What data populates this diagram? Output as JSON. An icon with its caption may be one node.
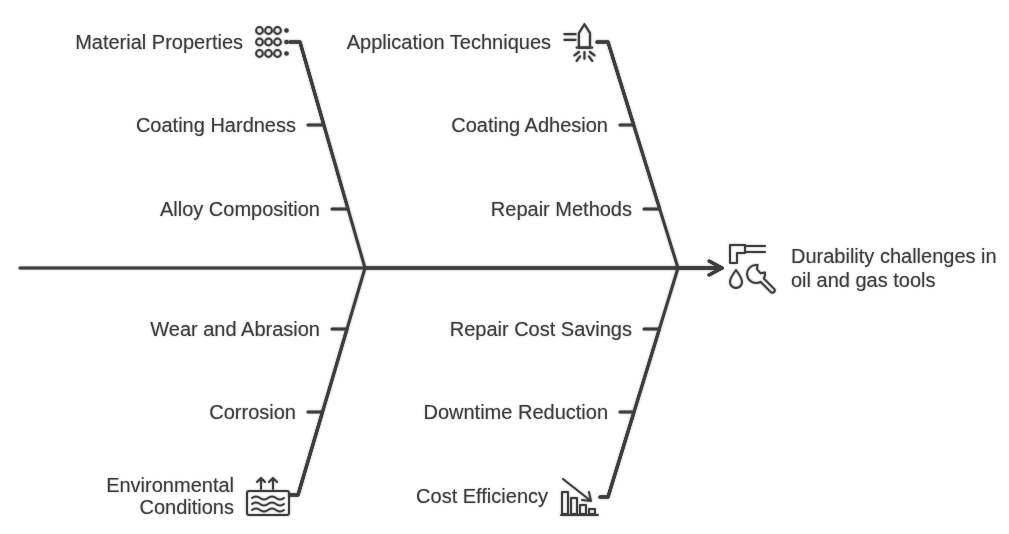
{
  "diagram": {
    "nodes": [
      {
        "text": [
          "Material Properties"
        ]
      },
      {
        "text": [
          "Coating Hardness"
        ]
      },
      {
        "text": [
          "Alloy Composition"
        ]
      },
      {
        "text": [
          "Application Techniques"
        ]
      },
      {
        "text": [
          "Coating Adhesion"
        ]
      },
      {
        "text": [
          "Repair Methods"
        ]
      },
      {
        "text": [
          "Wear and Abrasion"
        ]
      },
      {
        "text": [
          "Corrosion"
        ]
      },
      {
        "text": [
          "Environmental Conditions"
        ]
      },
      {
        "text": [
          "Repair Cost Savings"
        ]
      },
      {
        "text": [
          "Downtime Reduction"
        ]
      },
      {
        "text": [
          "Cost Efficiency"
        ]
      },
      {
        "text": [
          "Durability challenges in oil and gas tools"
        ]
      }
    ],
    "edges": [
      {
        "from": null,
        "to": 12,
        "arrow": "to"
      },
      {
        "from": 0,
        "to": 12,
        "arrow": "to"
      },
      {
        "from": 1,
        "to": 0,
        "arrow": "none"
      },
      {
        "from": 2,
        "to": 0,
        "arrow": "none"
      },
      {
        "from": 3,
        "to": 12,
        "arrow": "to"
      },
      {
        "from": 4,
        "to": 3,
        "arrow": "none"
      },
      {
        "from": 5,
        "to": 3,
        "arrow": "none"
      },
      {
        "from": 6,
        "to": 8,
        "arrow": "none"
      },
      {
        "from": 7,
        "to": 8,
        "arrow": "none"
      },
      {
        "from": 8,
        "to": 12,
        "arrow": "to"
      },
      {
        "from": 9,
        "to": 11,
        "arrow": "none"
      },
      {
        "from": 10,
        "to": 11,
        "arrow": "none"
      },
      {
        "from": 11,
        "to": 12,
        "arrow": "to"
      }
    ]
  }
}
